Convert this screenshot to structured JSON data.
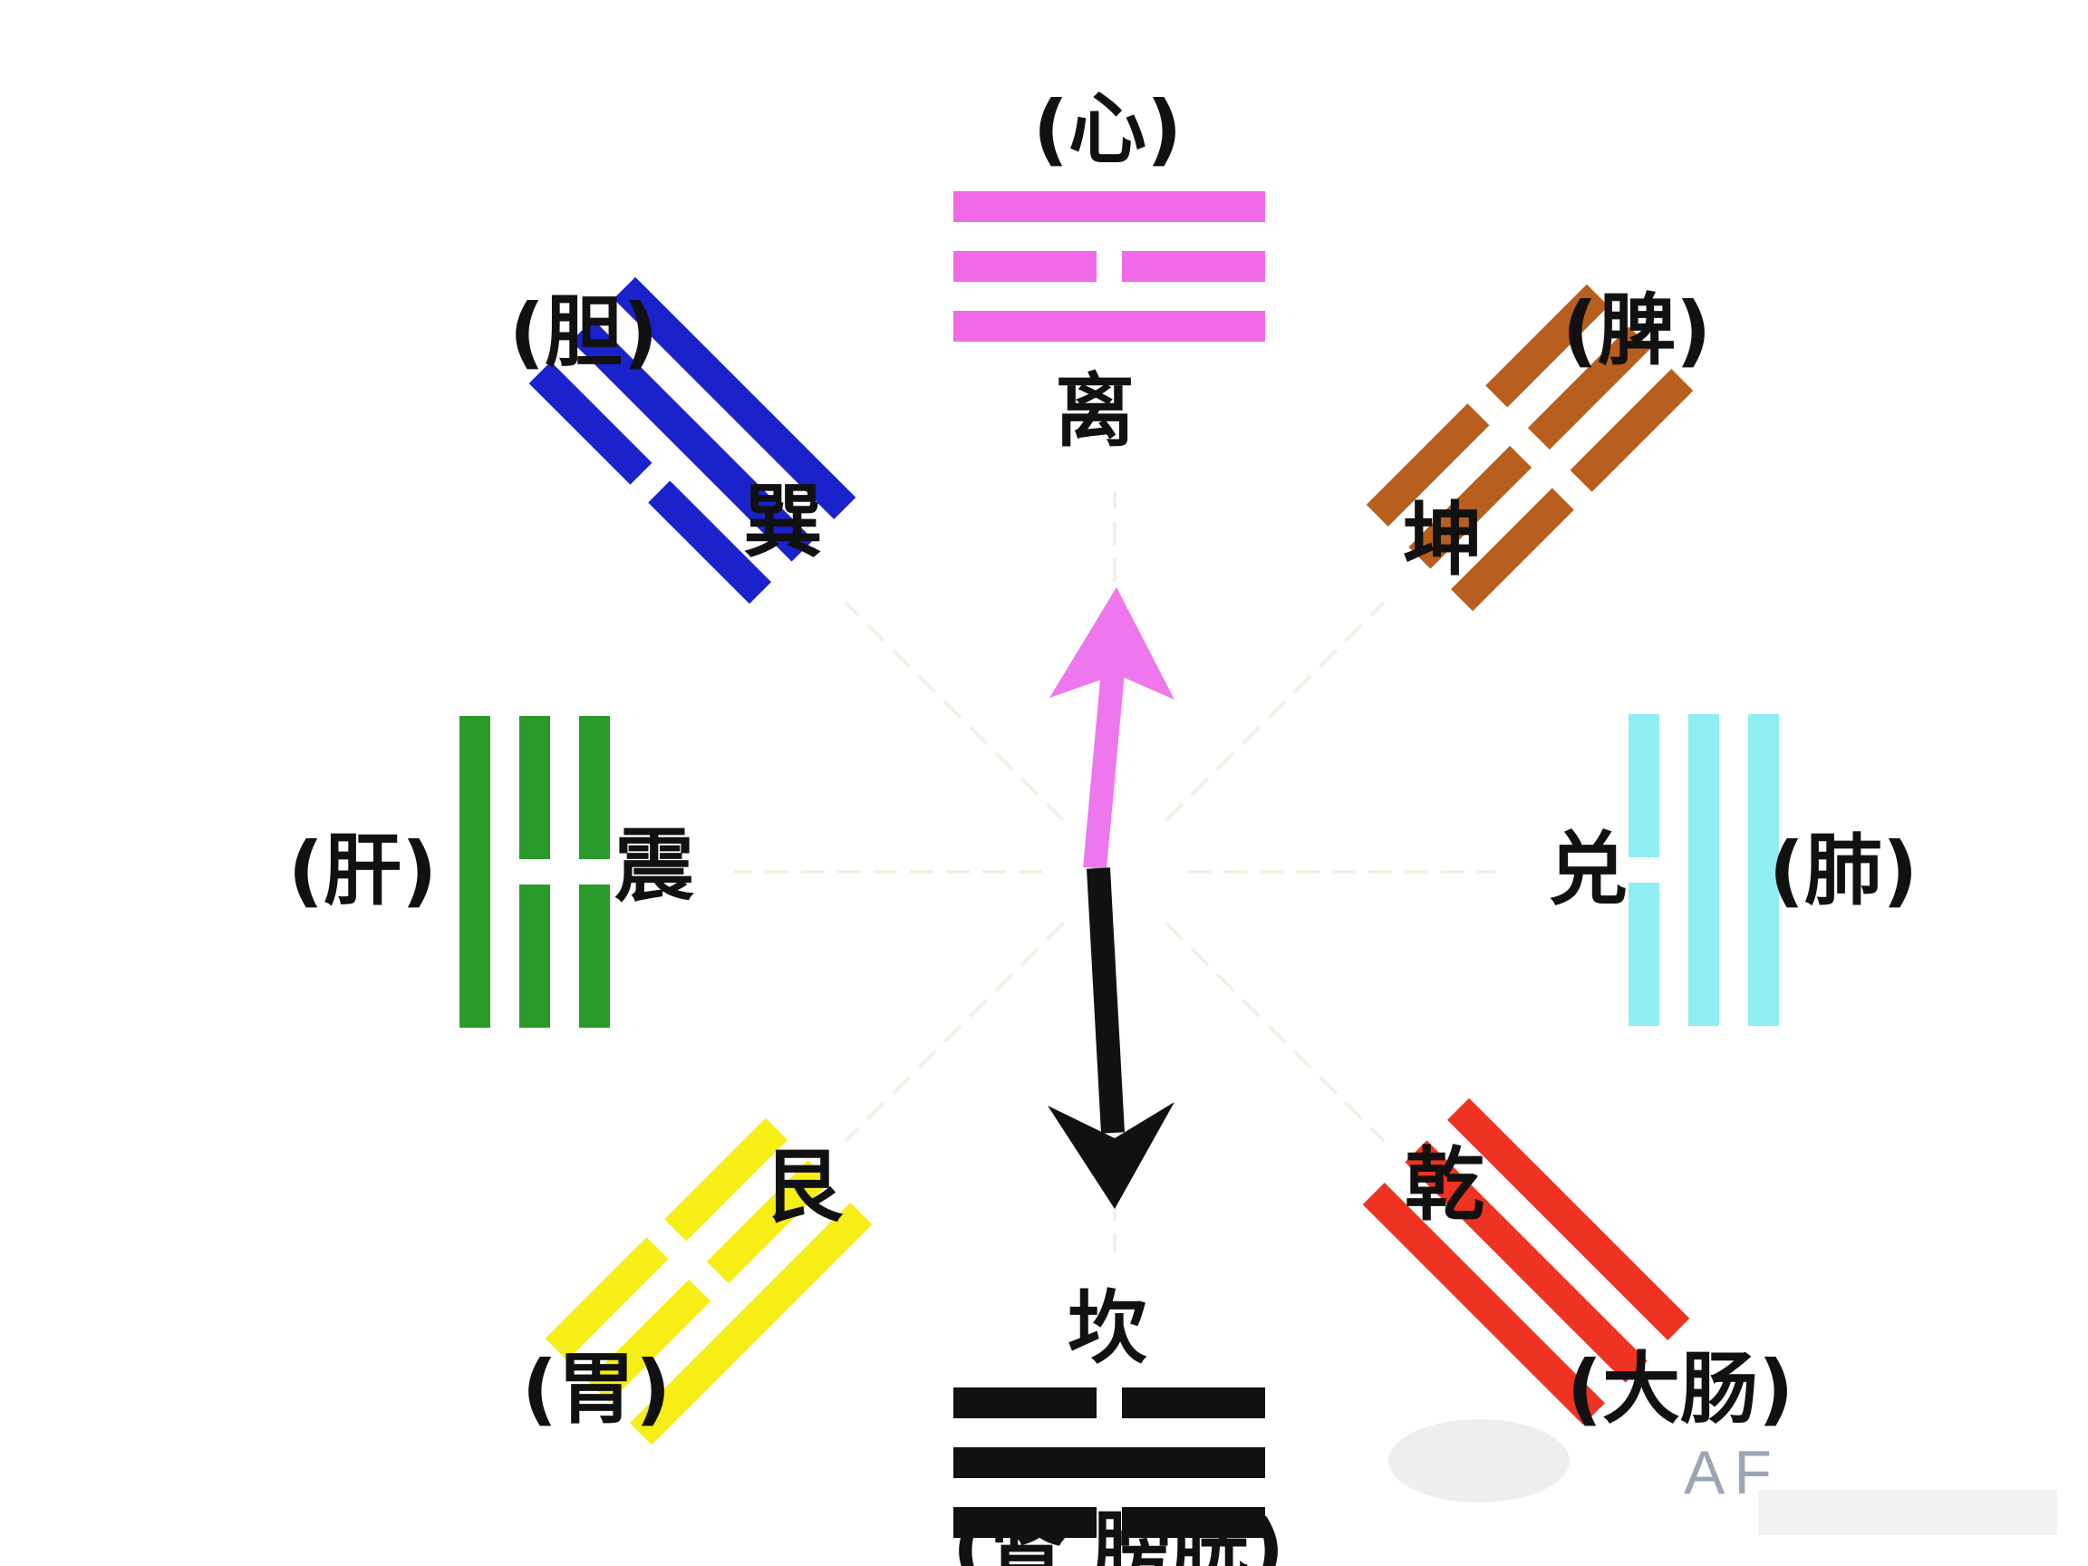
{
  "diagram": {
    "trigrams": [
      {
        "key": "li",
        "name": "离",
        "organ": "(心)",
        "color": "#f06ae8",
        "lines": [
          1,
          0,
          1
        ]
      },
      {
        "key": "kun",
        "name": "坤",
        "organ": "(脾)",
        "color": "#b85e1e",
        "lines": [
          0,
          0,
          0
        ]
      },
      {
        "key": "dui",
        "name": "兑",
        "organ": "(肺)",
        "color": "#8eeef2",
        "lines": [
          0,
          1,
          1
        ]
      },
      {
        "key": "qian",
        "name": "乾",
        "organ": "(大肠)",
        "color": "#ee3322",
        "lines": [
          1,
          1,
          1
        ]
      },
      {
        "key": "kan",
        "name": "坎",
        "organ": "(肾 膀胱)",
        "color": "#111111",
        "lines": [
          0,
          1,
          0
        ]
      },
      {
        "key": "gen",
        "name": "艮",
        "organ": "(胃)",
        "color": "#f6ee14",
        "lines": [
          1,
          0,
          0
        ]
      },
      {
        "key": "zhen",
        "name": "震",
        "organ": "(肝)",
        "color": "#2a9a2a",
        "lines": [
          0,
          0,
          1
        ]
      },
      {
        "key": "xun",
        "name": "巽",
        "organ": "(胆)",
        "color": "#1a22cc",
        "lines": [
          1,
          1,
          0
        ]
      }
    ],
    "arrow_up_color": "#ee77ee",
    "arrow_down_color": "#111111",
    "watermark": "AF"
  }
}
